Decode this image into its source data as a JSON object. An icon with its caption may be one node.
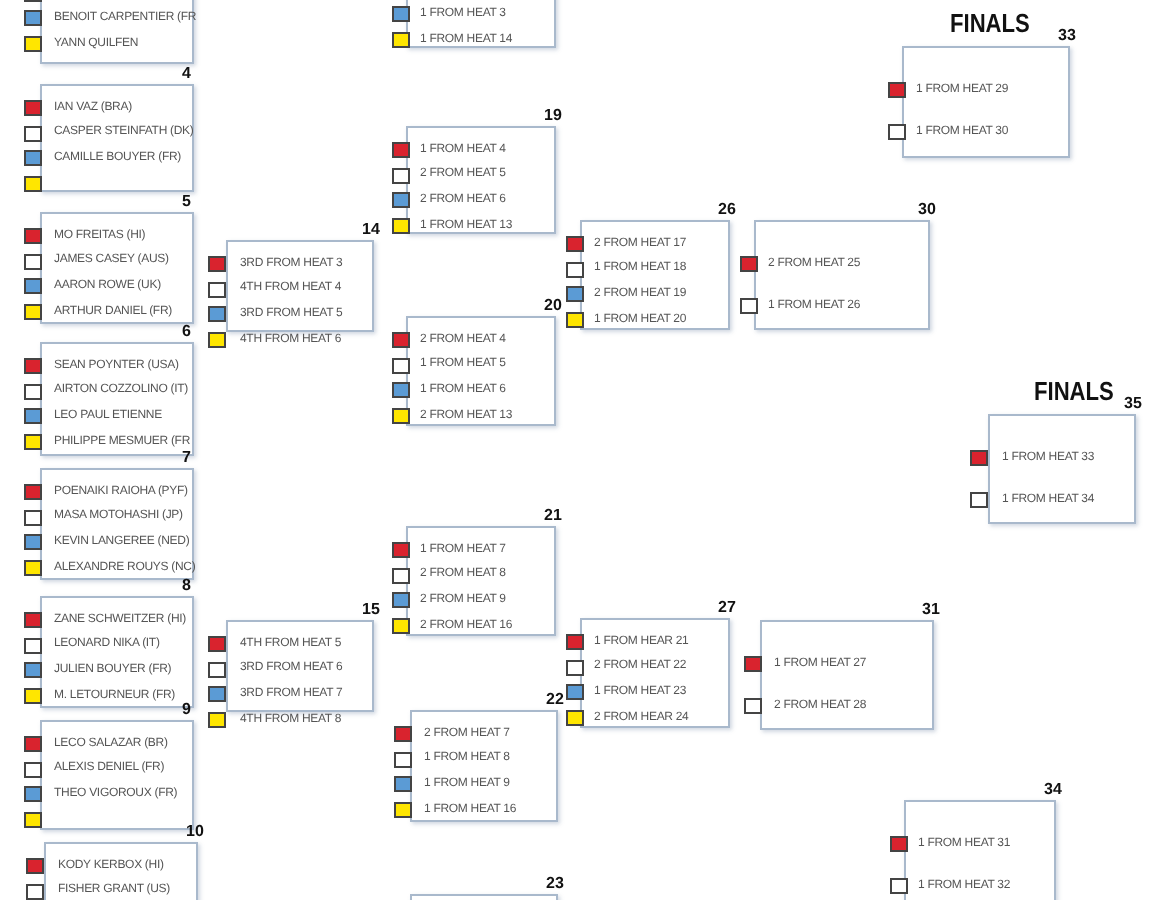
{
  "diagram": {
    "nodes": [
      {
        "text": [
          "BENOIT CARPENTIER (FR",
          "YANN QUILFEN"
        ]
      },
      {
        "text": [
          "IAN VAZ (BRA)",
          "CASPER STEINFATH (DK)",
          "CAMILLE BOUYER (FR)"
        ],
        "beside": [
          "4"
        ]
      },
      {
        "text": [
          "MO FREITAS (HI)",
          "JAMES CASEY (AUS)",
          "AARON ROWE (UK)",
          "ARTHUR DANIEL (FR)"
        ],
        "beside": [
          "5"
        ]
      },
      {
        "text": [
          "SEAN POYNTER (USA)",
          "AIRTON COZZOLINO (IT)",
          "LEO PAUL ETIENNE",
          "PHILIPPE MESMUER (FR"
        ],
        "beside": [
          "6"
        ]
      },
      {
        "text": [
          "POENAIKI RAIOHA (PYF)",
          "MASA MOTOHASHI (JP)",
          "KEVIN LANGEREE (NED)",
          "ALEXANDRE ROUYS (NC)"
        ],
        "beside": [
          "7"
        ]
      },
      {
        "text": [
          "ZANE SCHWEITZER (HI)",
          "LEONARD NIKA (IT)",
          "JULIEN BOUYER (FR)",
          "M. LETOURNEUR (FR)"
        ],
        "beside": [
          "8"
        ]
      },
      {
        "text": [
          "LECO SALAZAR (BR)",
          "ALEXIS DENIEL (FR)",
          "THEO VIGOROUX (FR)"
        ],
        "beside": [
          "9"
        ]
      },
      {
        "text": [
          "KODY KERBOX (HI)",
          "FISHER GRANT (US)"
        ],
        "beside": [
          "10"
        ]
      },
      {
        "text": [
          "3RD FROM HEAT 3",
          "4TH FROM HEAT 4",
          "3RD FROM HEAT 5",
          "4TH FROM HEAT 6"
        ],
        "beside": [
          "14"
        ]
      },
      {
        "text": [
          "4TH FROM HEAT 5",
          "3RD FROM HEAT 6",
          "3RD FROM HEAT 7",
          "4TH FROM HEAT 8"
        ],
        "beside": [
          "15"
        ]
      },
      {
        "text": [
          "1 FROM HEAT 3",
          "1 FROM HEAT 14"
        ]
      },
      {
        "text": [
          "1 FROM HEAT 4",
          "2 FROM HEAT 5",
          "2 FROM HEAT 6",
          "1 FROM HEAT 13"
        ],
        "beside": [
          "19"
        ]
      },
      {
        "text": [
          "2 FROM HEAT 4",
          "1 FROM HEAT 5",
          "1 FROM HEAT 6",
          "2 FROM HEAT 13"
        ],
        "beside": [
          "20"
        ]
      },
      {
        "text": [
          "1 FROM HEAT 7",
          "2 FROM HEAT 8",
          "2 FROM HEAT 9",
          "2 FROM HEAT 16"
        ],
        "beside": [
          "21"
        ]
      },
      {
        "text": [
          "2 FROM HEAT 7",
          "1 FROM HEAT 8",
          "1 FROM HEAT 9",
          "1 FROM HEAT 16"
        ],
        "beside": [
          "22"
        ]
      },
      {
        "text": [],
        "shape": "box",
        "beside": [
          "23"
        ]
      },
      {
        "text": [
          "2 FROM HEAT 17",
          "1 FROM HEAT 18",
          "2 FROM HEAT 19",
          "1 FROM HEAT 20"
        ],
        "beside": [
          "26"
        ]
      },
      {
        "text": [
          "1 FROM HEAR 21",
          "2 FROM HEAT 22",
          "1 FROM HEAT 23",
          "2 FROM HEAR 24"
        ],
        "beside": [
          "27"
        ]
      },
      {
        "text": [
          "1 FROM HEAT 29",
          "1 FROM HEAT 30"
        ],
        "beside": [
          "33"
        ]
      },
      {
        "text": [
          "2 FROM HEAT 25",
          "1 FROM HEAT 26"
        ],
        "beside": [
          "30"
        ]
      },
      {
        "text": [
          "1 FROM HEAT 33",
          "1 FROM HEAT 34"
        ],
        "beside": [
          "35"
        ]
      },
      {
        "text": [
          "1 FROM HEAT 27",
          "2 FROM HEAT 28"
        ],
        "beside": [
          "31"
        ]
      },
      {
        "text": [
          "1 FROM HEAT 31",
          "1 FROM HEAT 32"
        ],
        "beside": [
          "34"
        ]
      }
    ],
    "labels": [
      "FINALS",
      "FINALS"
    ]
  }
}
